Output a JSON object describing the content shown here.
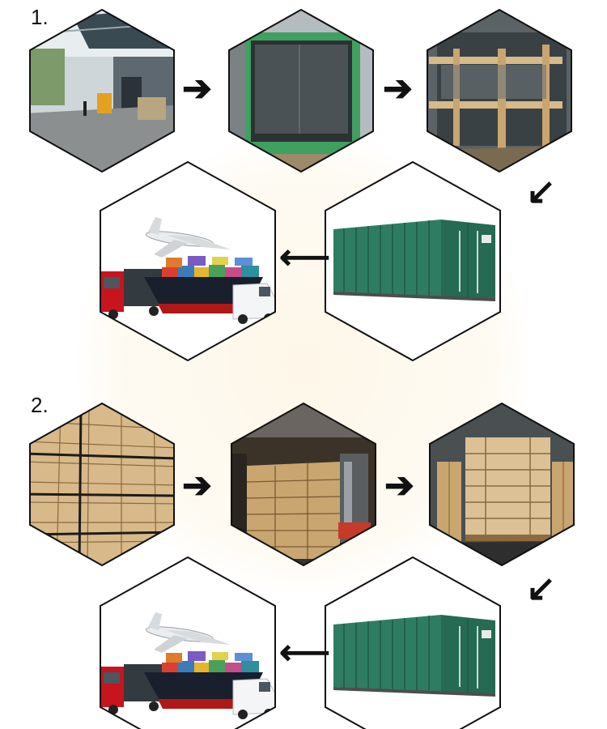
{
  "sections": [
    {
      "number": "1.",
      "steps": [
        "warehouse-loading-dock",
        "empty-container-open",
        "container-wooden-frames",
        "green-shipping-container",
        "transport-plane-ship-truck"
      ]
    },
    {
      "number": "2.",
      "steps": [
        "stacked-wooden-crates",
        "forklift-loading-crates",
        "crates-in-container",
        "green-shipping-container",
        "transport-plane-ship-truck"
      ]
    }
  ],
  "arrows": {
    "right": "➔",
    "left": "⟵",
    "down_left": "↙"
  },
  "colors": {
    "container": "#2e7d62",
    "container_dark": "#1f5a46",
    "wood": "#d8b98a",
    "wood_dark": "#8a6a3e",
    "truck_red": "#c8141e",
    "ship_hull": "#1a1f2e",
    "hull_red": "#b01818",
    "outline": "#111111"
  }
}
